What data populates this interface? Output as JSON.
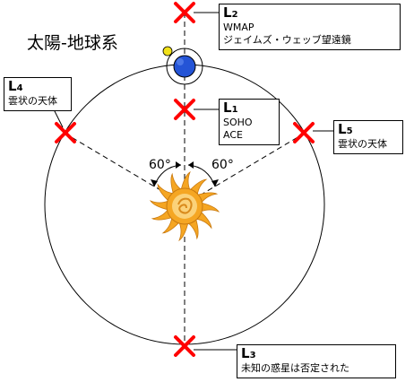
{
  "title": "太陽-地球系",
  "angles": {
    "left": "60°",
    "right": "60°"
  },
  "points": {
    "L1": {
      "label": "L",
      "sub": "1",
      "lines": [
        "SOHO",
        "ACE"
      ]
    },
    "L2": {
      "label": "L",
      "sub": "2",
      "lines": [
        "WMAP",
        "ジェイムズ・ウェッブ望遠鏡"
      ]
    },
    "L3": {
      "label": "L",
      "sub": "3",
      "lines": [
        "未知の惑星は否定された"
      ]
    },
    "L4": {
      "label": "L",
      "sub": "4",
      "lines": [
        "雲状の天体"
      ]
    },
    "L5": {
      "label": "L",
      "sub": "5",
      "lines": [
        "雲状の天体"
      ]
    }
  },
  "colors": {
    "marker": "#ff0000",
    "earth": "#2454d6",
    "moon": "#f2e21a",
    "sun_outer": "#f5a623",
    "sun_inner": "#fbd27a"
  }
}
